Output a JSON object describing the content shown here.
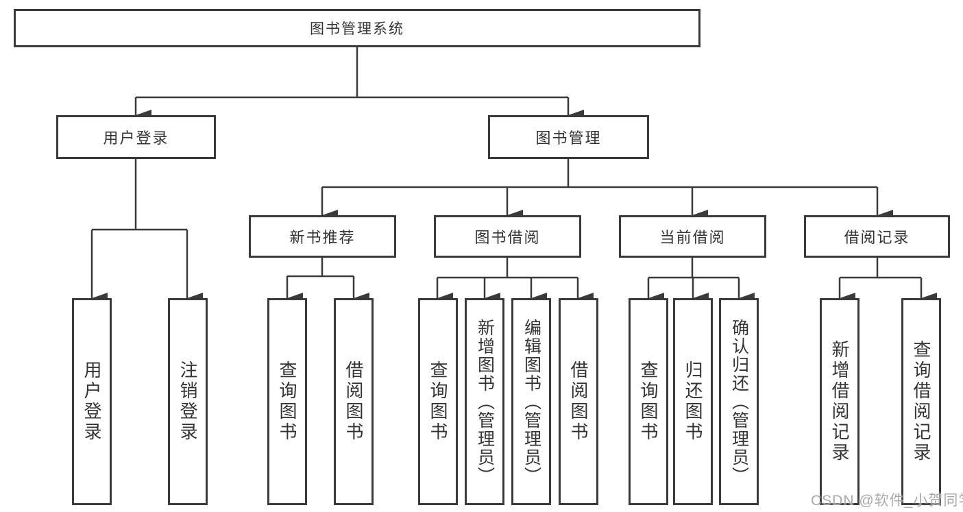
{
  "diagram": {
    "title": "图书管理系统",
    "level2": {
      "user_login": "用户登录",
      "book_mgmt": "图书管理"
    },
    "level3": {
      "new_book": "新书推荐",
      "book_borrow": "图书借阅",
      "current_borrow": "当前借阅",
      "borrow_records": "借阅记录"
    },
    "leaves": {
      "user_login": "用户登录",
      "logout": "注销登录",
      "nb_query": "查询图书",
      "nb_borrow": "借阅图书",
      "bb_query": "查询图书",
      "bb_add": "新增图书（管理员）",
      "bb_edit": "编辑图书（管理员）",
      "bb_borrow": "借阅图书",
      "cb_query": "查询图书",
      "cb_return": "归还图书",
      "cb_confirm": "确认归还（管理员）",
      "br_add": "新增借阅记录",
      "br_query": "查询借阅记录"
    },
    "watermark": "CSDN @软件_小贺同学",
    "colors": {
      "line": "#3a3a3a",
      "text": "#333333",
      "watermark": "#a8a8a8",
      "background": "#ffffff"
    }
  }
}
